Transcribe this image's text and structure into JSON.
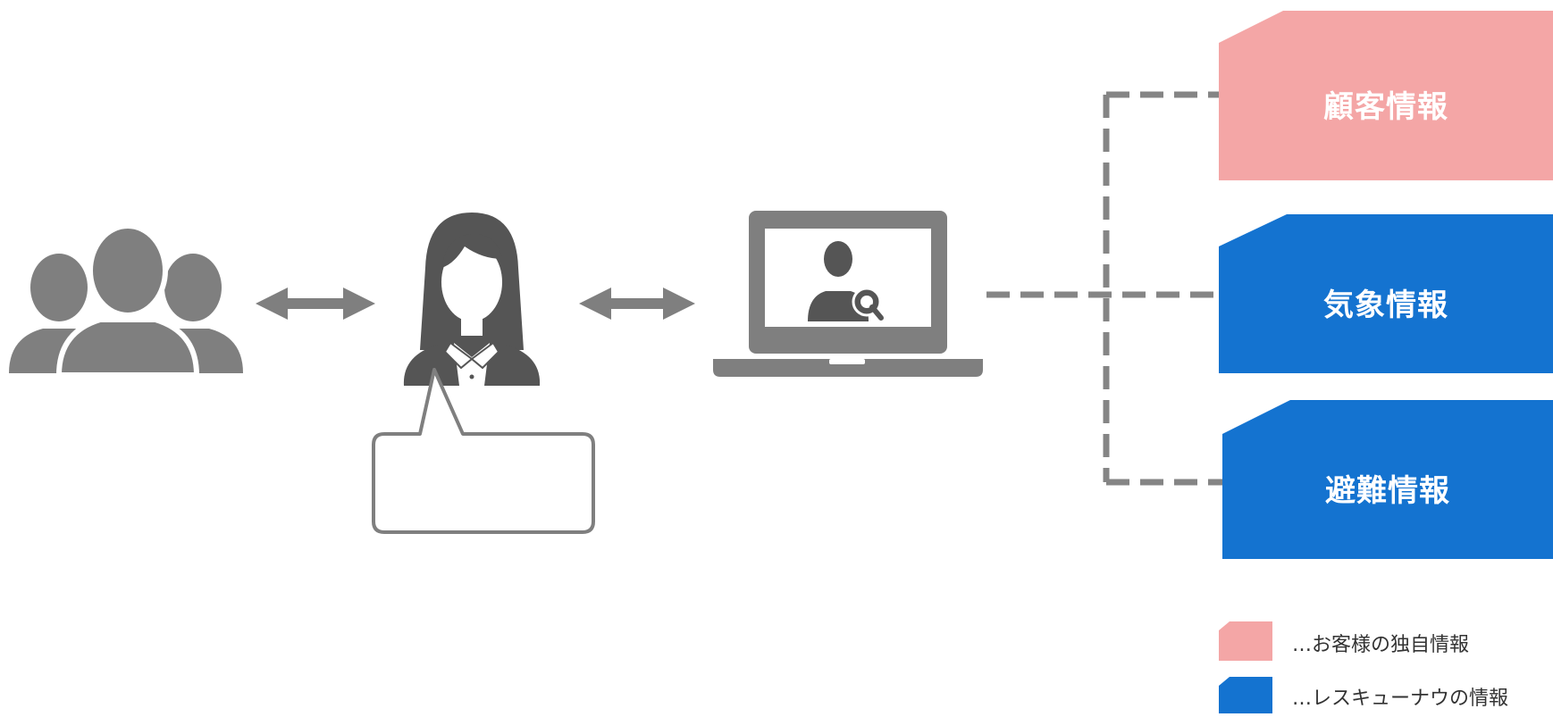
{
  "colors": {
    "icon_gray": "#7f7f7f",
    "icon_dark": "#555555",
    "customer_pink": "#f4a6a6",
    "rescuenow_blue": "#1473d0",
    "dash_gray": "#858585"
  },
  "icons": {
    "group": "people-group-icon",
    "operator": "female-operator-icon",
    "laptop": "laptop-user-search-icon",
    "speech": "speech-bubble-icon"
  },
  "boxes": {
    "customer_info": "顧客情報",
    "weather_info": "気象情報",
    "evacuation_info": "避難情報"
  },
  "legend": {
    "customer_label": "…お客様の独自情報",
    "rescuenow_label": "…レスキューナウの情報"
  }
}
